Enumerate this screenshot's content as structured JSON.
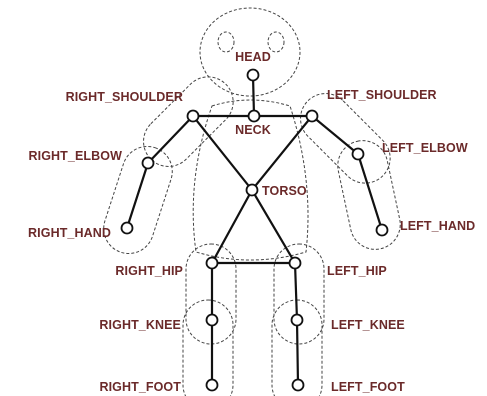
{
  "joints": [
    {
      "id": "head",
      "label": "HEAD"
    },
    {
      "id": "neck",
      "label": "NECK"
    },
    {
      "id": "torso",
      "label": "TORSO"
    },
    {
      "id": "right_shoulder",
      "label": "RIGHT_SHOULDER"
    },
    {
      "id": "left_shoulder",
      "label": "LEFT_SHOULDER"
    },
    {
      "id": "right_elbow",
      "label": "RIGHT_ELBOW"
    },
    {
      "id": "left_elbow",
      "label": "LEFT_ELBOW"
    },
    {
      "id": "right_hand",
      "label": "RIGHT_HAND"
    },
    {
      "id": "left_hand",
      "label": "LEFT_HAND"
    },
    {
      "id": "right_hip",
      "label": "RIGHT_HIP"
    },
    {
      "id": "left_hip",
      "label": "LEFT_HIP"
    },
    {
      "id": "right_knee",
      "label": "RIGHT_KNEE"
    },
    {
      "id": "left_knee",
      "label": "LEFT_KNEE"
    },
    {
      "id": "right_foot",
      "label": "RIGHT_FOOT"
    },
    {
      "id": "left_foot",
      "label": "LEFT_FOOT"
    }
  ],
  "bones": [
    [
      "head",
      "neck"
    ],
    [
      "right_shoulder",
      "left_shoulder"
    ],
    [
      "right_shoulder",
      "right_elbow"
    ],
    [
      "right_elbow",
      "right_hand"
    ],
    [
      "left_shoulder",
      "left_elbow"
    ],
    [
      "left_elbow",
      "left_hand"
    ],
    [
      "right_shoulder",
      "torso"
    ],
    [
      "left_shoulder",
      "torso"
    ],
    [
      "torso",
      "right_hip"
    ],
    [
      "torso",
      "left_hip"
    ],
    [
      "right_hip",
      "left_hip"
    ],
    [
      "right_hip",
      "right_knee"
    ],
    [
      "right_knee",
      "right_foot"
    ],
    [
      "left_hip",
      "left_knee"
    ],
    [
      "left_knee",
      "left_foot"
    ]
  ],
  "colors": {
    "label": "#6b2a2a",
    "bone": "#111111",
    "joint_fill": "#ffffff",
    "outline": "#444444"
  }
}
